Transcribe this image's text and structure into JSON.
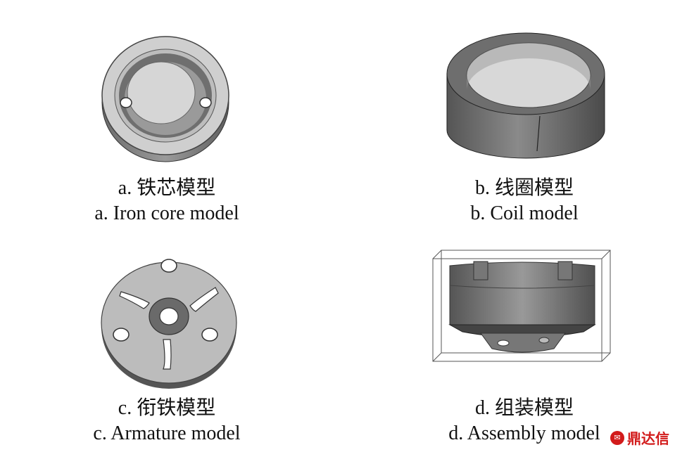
{
  "panels": [
    {
      "label_cn": "a.  铁芯模型",
      "label_en": "a. Iron core model"
    },
    {
      "label_cn": "b.  线圈模型",
      "label_en": "b. Coil model"
    },
    {
      "label_cn": "c.  衔铁模型",
      "label_en": "c. Armature model"
    },
    {
      "label_cn": "d.  组装模型",
      "label_en": "d. Assembly model"
    }
  ],
  "watermark": {
    "text": "鼎达信"
  }
}
